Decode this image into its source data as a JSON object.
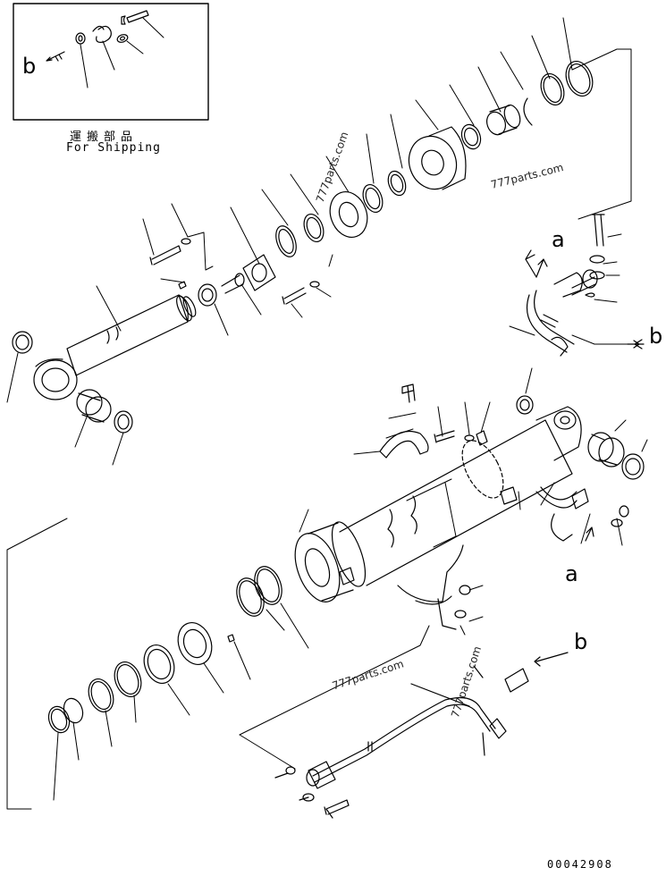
{
  "shipping_box": {
    "title_jp": "運搬部品",
    "title_en": "For Shipping"
  },
  "callouts": {
    "a_upper": "a",
    "a_lower": "a",
    "b_shipping": "b",
    "b_right": "b",
    "b_lower": "b"
  },
  "watermarks": {
    "wm1": "777parts.com",
    "wm2": "777parts.com",
    "wm3": "777parts.com",
    "wm4": "777parts.com"
  },
  "drawing_number": "00042908"
}
